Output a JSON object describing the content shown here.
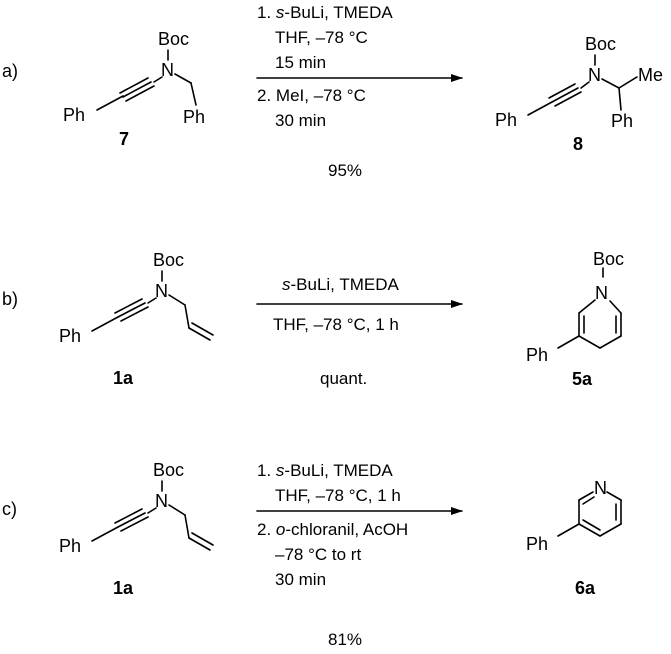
{
  "scheme": {
    "a": {
      "letter": "a)",
      "sm": {
        "boc": "Boc",
        "n": "N",
        "ph1": "Ph",
        "ph2": "Ph",
        "num": "7"
      },
      "cond": {
        "l1_num": "1.",
        "l1_it": "s",
        "l1_rest": "-BuLi, TMEDA",
        "l2": "THF, –78 °C",
        "l3": "15 min",
        "l4_num": "2.",
        "l4_rest": "MeI, –78 °C",
        "l5": "30 min"
      },
      "yield": "95%",
      "pr": {
        "boc": "Boc",
        "n": "N",
        "me": "Me",
        "ph1": "Ph",
        "ph2": "Ph",
        "num": "8"
      }
    },
    "b": {
      "letter": "b)",
      "sm": {
        "boc": "Boc",
        "n": "N",
        "ph": "Ph",
        "num": "1a"
      },
      "cond": {
        "above_it": "s",
        "above_rest": "-BuLi, TMEDA",
        "below": "THF, –78 °C, 1 h"
      },
      "yield": "quant.",
      "pr": {
        "boc": "Boc",
        "n": "N",
        "ph": "Ph",
        "num": "5a"
      }
    },
    "c": {
      "letter": "c)",
      "sm": {
        "boc": "Boc",
        "n": "N",
        "ph": "Ph",
        "num": "1a"
      },
      "cond": {
        "l1_num": "1.",
        "l1_it": "s",
        "l1_rest": "-BuLi, TMEDA",
        "l2": "THF, –78 °C, 1 h",
        "l3_num": "2.",
        "l3_it": "o",
        "l3_rest": "-chloranil, AcOH",
        "l4": "–78 °C to rt",
        "l5": "30 min"
      },
      "yield": "81%",
      "pr": {
        "n": "N",
        "ph": "Ph",
        "num": "6a"
      }
    }
  }
}
